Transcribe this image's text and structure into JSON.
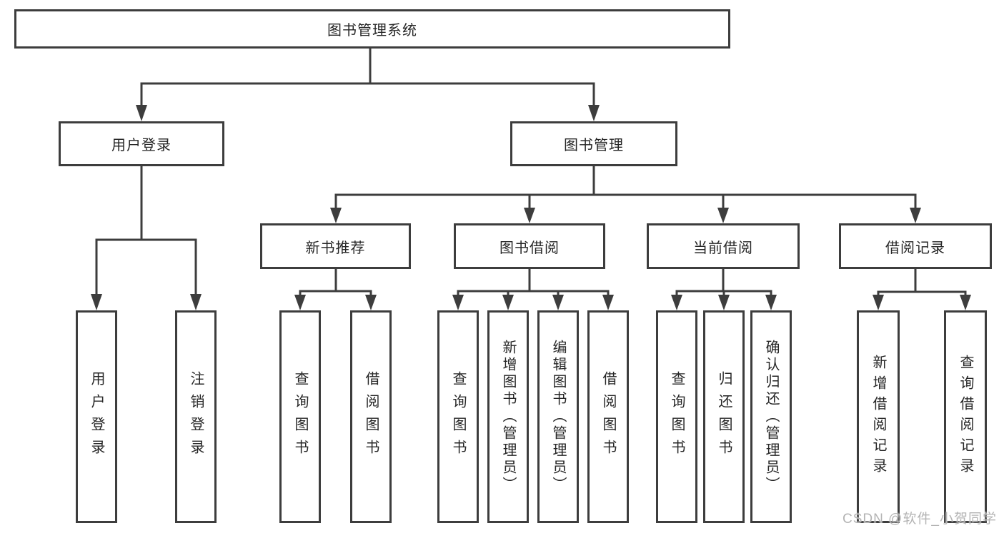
{
  "diagram_type": "hierarchy-tree",
  "nodes": {
    "root": {
      "label": "图书管理系统"
    },
    "user_login": {
      "label": "用户登录",
      "children": [
        {
          "label": "用户登录"
        },
        {
          "label": "注销登录"
        }
      ]
    },
    "book_management": {
      "label": "图书管理",
      "children_labels": [
        "新书推荐",
        "图书借阅",
        "当前借阅",
        "借阅记录"
      ]
    },
    "new_book_recommend": {
      "label": "新书推荐",
      "children": [
        {
          "label": "查询图书"
        },
        {
          "label": "借阅图书"
        }
      ]
    },
    "book_borrowing": {
      "label": "图书借阅",
      "children": [
        {
          "label": "查询图书"
        },
        {
          "label": "新增图书（管理员）"
        },
        {
          "label": "编辑图书（管理员）"
        },
        {
          "label": "借阅图书"
        }
      ]
    },
    "current_borrowing": {
      "label": "当前借阅",
      "children": [
        {
          "label": "查询图书"
        },
        {
          "label": "归还图书"
        },
        {
          "label": "确认归还（管理员）"
        }
      ]
    },
    "borrow_records": {
      "label": "借阅记录",
      "children": [
        {
          "label": "新增借阅记录"
        },
        {
          "label": "查询借阅记录"
        }
      ]
    }
  },
  "colors": {
    "line": "#3d3d3d",
    "box_border": "#3d3d3d",
    "text": "#262626",
    "background": "#ffffff",
    "watermark_text": "#b4b4b4"
  },
  "watermark": {
    "text": "CSDN @软件_小贺同学"
  }
}
